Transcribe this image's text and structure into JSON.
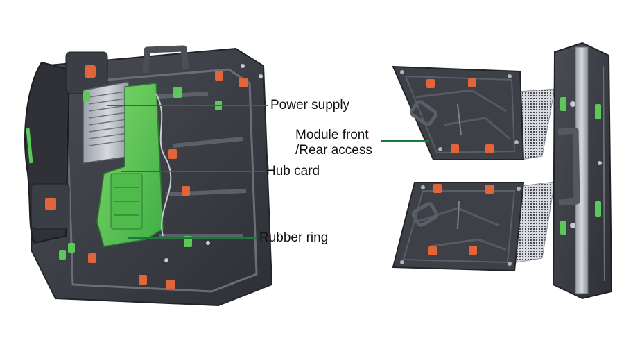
{
  "callouts": {
    "power_supply": "Power supply",
    "hub_card": "Hub card",
    "rubber_ring": "Rubber ring",
    "module_access_line1": "Module front",
    "module_access_line2": "/Rear access"
  },
  "colors": {
    "cabinet_dark": "#3a3c42",
    "cabinet_mid": "#55585f",
    "metal_light": "#b8bcc2",
    "accent_green": "#5cc85a",
    "accent_orange": "#e2643a",
    "leader_green": "#1a7a3a"
  }
}
